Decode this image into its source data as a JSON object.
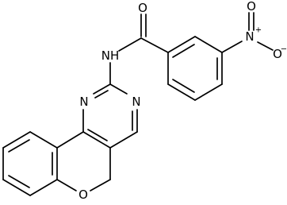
{
  "atoms": {
    "carbonyl_oxygen": "O",
    "amide_nh": "NH",
    "nitro_nitrogen": "N",
    "nitro_charge_plus": "+",
    "nitro_oxygen_top": "O",
    "nitro_oxygen_right": "O",
    "nitro_charge_minus": "−",
    "pyrimidine_n_left": "N",
    "pyrimidine_n_right": "N",
    "ring_oxygen": "O"
  }
}
